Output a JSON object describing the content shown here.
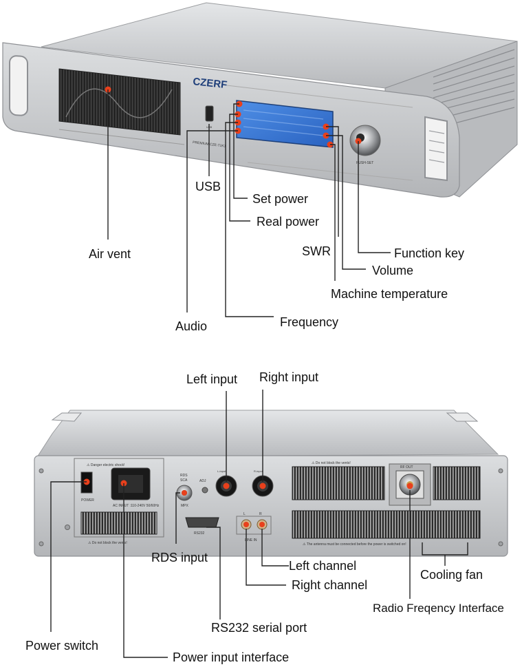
{
  "front_panel": {
    "brand": "CZERF",
    "model": "PREMIUM CZE-T1K1",
    "usb_port_label": "USB",
    "knob_label": "PUSH-SET"
  },
  "rear_panel": {
    "warning_shock": "Danger electric shock!",
    "warning_vents_top": "Do not block the vents!",
    "warning_vents_left": "Do not block the vents!",
    "warning_antenna": "The antenna must be connected before the power is switched on!",
    "power_label": "POWER",
    "ac_input_label": "AC INPUT :110-240V 50/60Hz",
    "rds_label": "RDS",
    "sca_label": "SCA",
    "mpx_label": "MPX",
    "adj_label": "ADJ",
    "rs232_label": "RS232",
    "line_in_label": "LINE IN",
    "line_l_label": "L",
    "line_r_label": "R",
    "rf_out_label": "RF OUT",
    "left_xlr_label": "L-input",
    "right_xlr_label": "R-input"
  },
  "callouts": {
    "usb": "USB",
    "set_power": "Set power",
    "real_power": "Real power",
    "air_vent": "Air vent",
    "swr": "SWR",
    "function_key": "Function key",
    "volume": "Volume",
    "machine_temperature": "Machine temperature",
    "audio": "Audio",
    "frequency": "Frequency",
    "left_input": "Left input",
    "right_input": "Right input",
    "rds_input": "RDS input",
    "left_channel": "Left channel",
    "right_channel": "Right channel",
    "cooling_fan": "Cooling fan",
    "radio_frequency_interface": "Radio Freqency Interface",
    "rs232_serial_port": "RS232 serial port",
    "power_switch": "Power switch",
    "power_input_interface": "Power input interface"
  },
  "colors": {
    "chassis": "#c9cbce",
    "chassis_dark": "#8e9094",
    "lcd": "#3b7bd6",
    "marker": "#e8401c",
    "vent": "#2a2a2a",
    "leader": "#222222"
  }
}
